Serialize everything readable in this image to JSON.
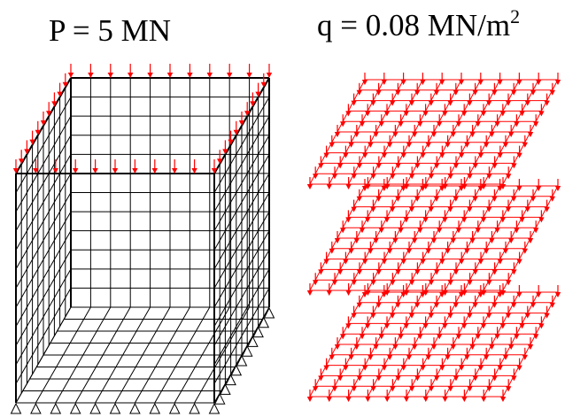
{
  "labels": {
    "point_load": "P = 5 MN",
    "distributed_load_prefix": "q = 0.08 MN/m",
    "distributed_load_exponent": "2"
  },
  "colors": {
    "mesh": "#000000",
    "load_arrow": "#ff0000",
    "background": "#ffffff"
  },
  "models": [
    {
      "name": "box-wall-model",
      "description_kind": "3D shell box with top-edge point loads and pinned supports at base",
      "support_symbol": "triangle"
    },
    {
      "name": "floor-slab-model",
      "description_kind": "three stacked slabs with uniform distributed load",
      "slab_count": 3
    }
  ]
}
